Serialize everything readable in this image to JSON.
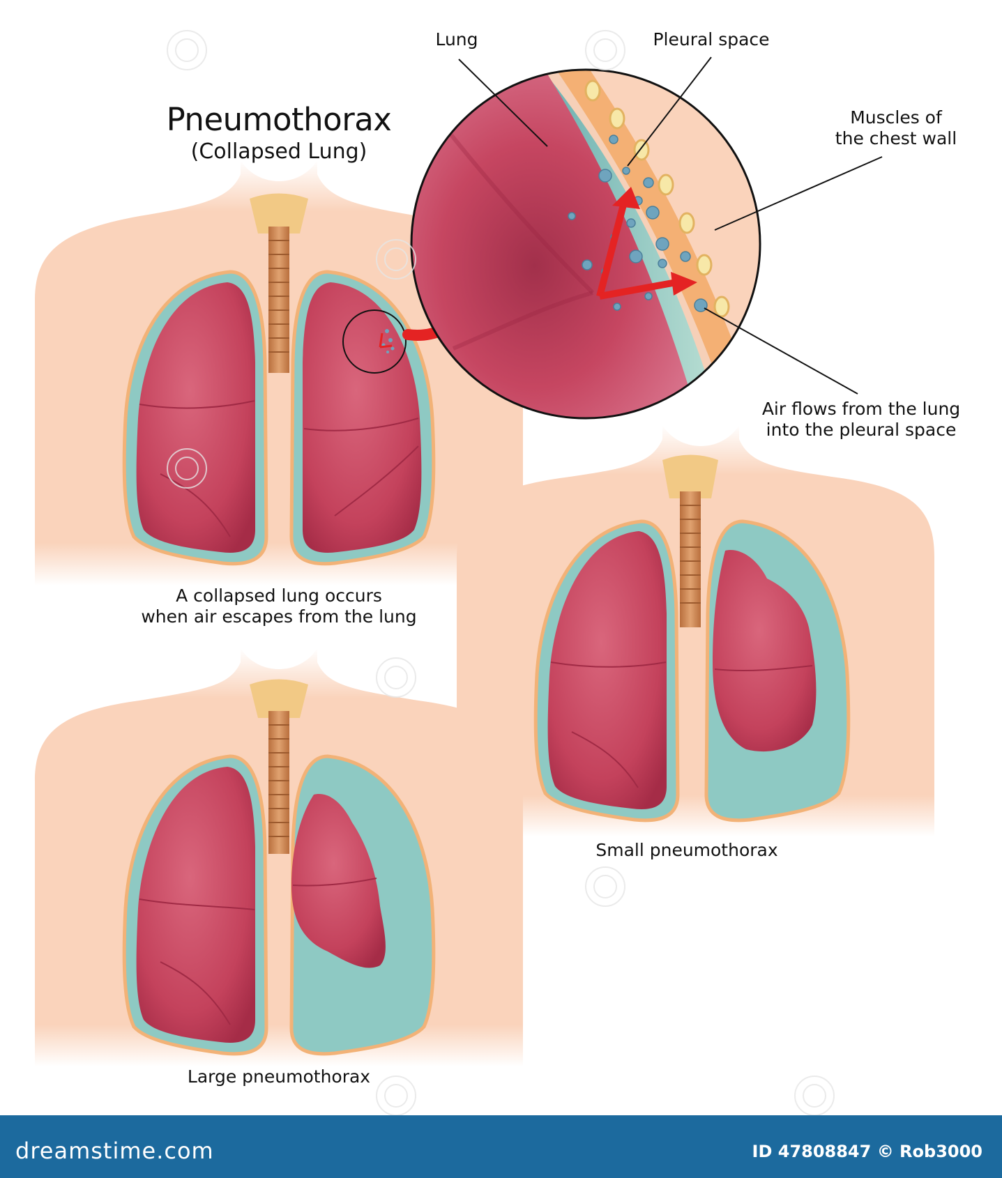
{
  "title": "Pneumothorax",
  "subtitle": "(Collapsed Lung)",
  "callouts": {
    "lung": "Lung",
    "pleural_space": "Pleural space",
    "muscles_line1": "Muscles of",
    "muscles_line2": "the chest wall",
    "air_line1": "Air flows from the lung",
    "air_line2": "into the pleural space"
  },
  "captions": {
    "collapsed_line1": "A collapsed lung occurs",
    "collapsed_line2": "when air escapes from the lung",
    "small": "Small pneumothorax",
    "large": "Large pneumothorax"
  },
  "footer": {
    "logo": "dreamstime.com",
    "id_text": "ID 47808847 © Rob3000"
  },
  "colors": {
    "skin": "#fad3bb",
    "lung": "#c9475f",
    "lung_dark": "#a02a45",
    "pleura": "#8ec9c3",
    "pleura_edge": "#f2b277",
    "trachea": "#d08c5a",
    "arrow": "#e42323",
    "air_bubble": "#6fa4be",
    "footer_bar": "#1c6a9e"
  }
}
